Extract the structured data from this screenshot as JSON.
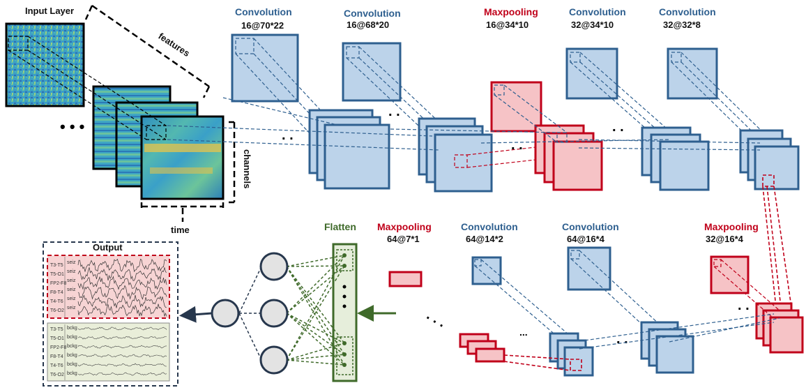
{
  "input": {
    "title": "Input Layer",
    "axis_features": "features",
    "axis_channels": "channels",
    "axis_time": "time"
  },
  "top_layers": [
    {
      "type": "Convolution",
      "dims": "16@70*22"
    },
    {
      "type": "Convolution",
      "dims": "16@68*20"
    },
    {
      "type": "Maxpooling",
      "dims": "16@34*10"
    },
    {
      "type": "Convolution",
      "dims": "32@34*10"
    },
    {
      "type": "Convolution",
      "dims": "32@32*8"
    }
  ],
  "bottom_layers": [
    {
      "type": "Maxpooling",
      "dims": "32@16*4"
    },
    {
      "type": "Convolution",
      "dims": "64@16*4"
    },
    {
      "type": "Convolution",
      "dims": "64@14*2"
    },
    {
      "type": "Maxpooling",
      "dims": "64@7*1"
    }
  ],
  "flatten": {
    "label": "Flatten"
  },
  "output": {
    "title": "Output",
    "channels": [
      "T3-T5",
      "T5-O1",
      "FP2-F8",
      "F8-T4",
      "T4-T6",
      "T6-O2"
    ],
    "seiz_label": "seiz",
    "bckg_label": "bckg"
  },
  "colors": {
    "conv_fill": "#bcd3ea",
    "conv_stroke": "#2e5f8f",
    "pool_fill": "#f6c3c6",
    "pool_stroke": "#c0001a",
    "flatten_stroke": "#3f6a2a",
    "seiz_bg": "#f7d4d4",
    "bckg_bg": "#e9eed9"
  }
}
